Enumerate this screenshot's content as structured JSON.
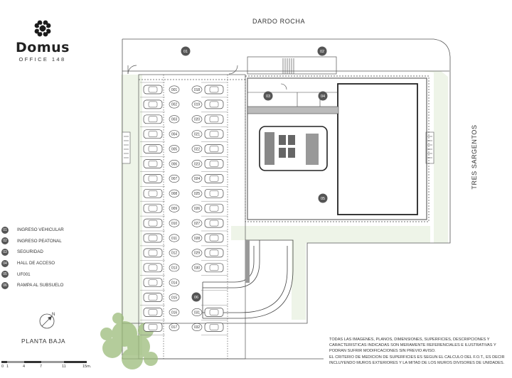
{
  "brand": {
    "name": "Domus",
    "subtitle": "OFFICE 148",
    "logo_icon": "domus-knot-logo"
  },
  "streets": {
    "top": "DARDO ROCHA",
    "right": "TRES SARGENTOS"
  },
  "legend": [
    {
      "num": "01",
      "label": "INGRESO VEHICULAR"
    },
    {
      "num": "02",
      "label": "INGRESO PEATONAL"
    },
    {
      "num": "03",
      "label": "SEGURIDAD"
    },
    {
      "num": "04",
      "label": "HALL DE ACCESO"
    },
    {
      "num": "05",
      "label": "UF001"
    },
    {
      "num": "06",
      "label": "RAMPA AL SUBSUELO"
    }
  ],
  "plan_title": "PLANTA BAJA",
  "compass_label": "N",
  "scale": {
    "labels": [
      "0",
      "1",
      "4",
      "7",
      "11",
      "15m."
    ]
  },
  "area_markers": [
    "01",
    "02",
    "03",
    "04",
    "05",
    "06"
  ],
  "parking_left": [
    "001",
    "002",
    "003",
    "004",
    "005",
    "006",
    "007",
    "008",
    "009",
    "010",
    "011",
    "012",
    "013",
    "014",
    "015",
    "016",
    "017"
  ],
  "parking_right": [
    "018",
    "019",
    "020",
    "021",
    "022",
    "023",
    "024",
    "025",
    "026",
    "027",
    "028",
    "029",
    "030",
    "031",
    "032"
  ],
  "disclaimer": [
    "TODAS LAS IMAGENES, PLANOS, DIMENSIONES, SUPERFICIES, DESCRIPCIONES Y",
    "CARACTERISTICAS INDICADAS SON MERAMENTE REFERENCIALES E ILUSTRATIVAS Y",
    "PODRAN SUFRIR MODIFICACIONES SIN PREVIO AVISO.",
    "EL CRITERIO DE MEDICION DE SUPERFICIES ES SEGUN EL CALCULO DEL F.O.T., ES DECIR",
    "INCLUYENDO MUROS EXTERIORES Y LA MITAD DE LOS MUROS DIVISORES DE UNIDADES."
  ],
  "colors": {
    "lawn": "#eef4e8",
    "line": "#444444",
    "marker": "#555555",
    "tree": "#9bbb7a"
  }
}
